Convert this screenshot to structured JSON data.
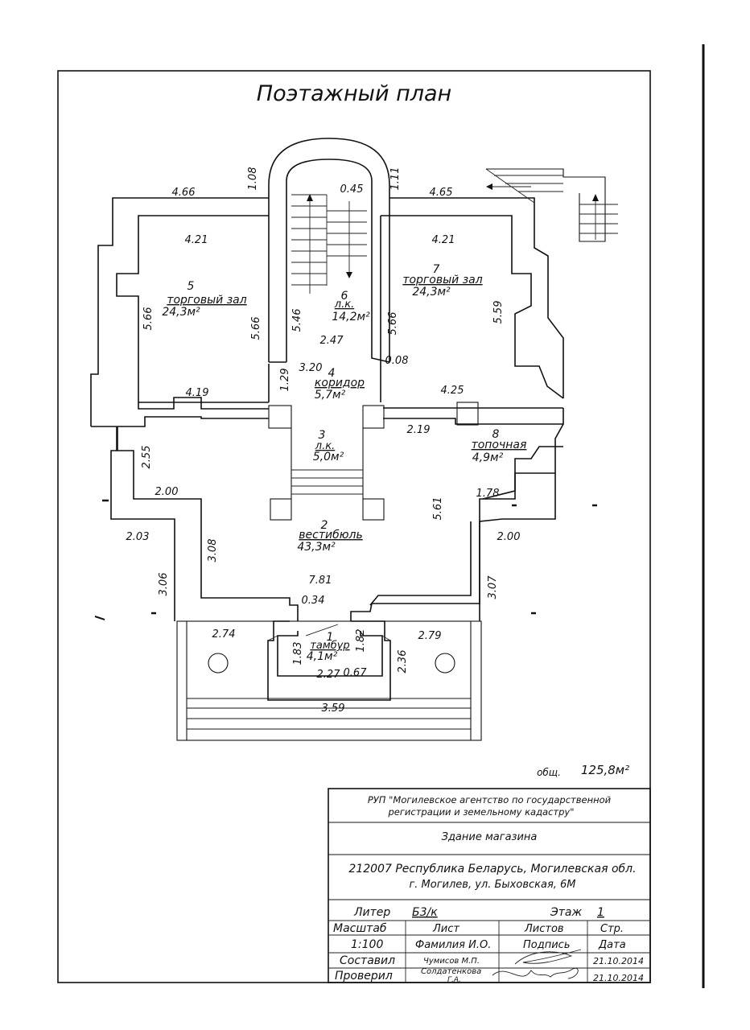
{
  "title": "Поэтажный план",
  "rooms": [
    {
      "num": "5",
      "name": "торговый зал",
      "area": "24,3м²"
    },
    {
      "num": "6",
      "name": "л.к.",
      "area": "14,2м²"
    },
    {
      "num": "7",
      "name": "торговый зал",
      "area": "24,3м²"
    },
    {
      "num": "4",
      "name": "коридор",
      "area": "5,7м²"
    },
    {
      "num": "3",
      "name": "л.к.",
      "area": "5,0м²"
    },
    {
      "num": "8",
      "name": "топочная",
      "area": "4,9м²"
    },
    {
      "num": "2",
      "name": "вестибюль",
      "area": "43,3м²"
    },
    {
      "num": "1",
      "name": "тамбур",
      "area": "4,1м²"
    }
  ],
  "dims": {
    "d466": "4.66",
    "d108": "1.08",
    "d045": "0.45",
    "d111": "1.11",
    "d465": "4.65",
    "d421a": "4.21",
    "d421b": "4.21",
    "d566a": "5.66",
    "d566b": "5.66",
    "d546": "5.46",
    "d566c": "5.66",
    "d559": "5.59",
    "d247": "2.47",
    "d320": "3.20",
    "d008": "0.08",
    "d129": "1.29",
    "d419": "4.19",
    "d425": "4.25",
    "d219": "2.19",
    "d255": "2.55",
    "d200a": "2.00",
    "d178": "1.78",
    "d561": "5.61",
    "d203": "2.03",
    "d200b": "2.00",
    "d308": "3.08",
    "d306": "3.06",
    "d307": "3.07",
    "d781": "7.81",
    "d034": "0.34",
    "d274": "2.74",
    "d279": "2.79",
    "d183": "1.83",
    "d182": "1.82",
    "d236": "2.36",
    "d227": "2.27",
    "d067": "0.67",
    "d359": "3.59"
  },
  "total": {
    "label": "общ.",
    "value": "125,8м²"
  },
  "stamp": {
    "org_line1": "РУП \"Могилевское агентство по государственной",
    "org_line2": "регистрации и земельному кадастру\"",
    "building": "Здание магазина",
    "addr_line1": "212007 Республика Беларусь, Могилевская обл.",
    "addr_line2": "г. Могилев, ул. Быховская, 6М",
    "liter_label": "Литер",
    "liter_value": "Б3/к",
    "floor_label": "Этаж",
    "floor_value": "1",
    "scale_label": "Масштаб",
    "sheet_label": "Лист",
    "sheets_label": "Листов",
    "page_label": "Стр.",
    "scale_value": "1:100",
    "name_label": "Фамилия И.О.",
    "sign_label": "Подпись",
    "date_label": "Дата",
    "composed_label": "Составил",
    "composed_name": "Чумисов М.П.",
    "composed_date": "21.10.2014",
    "checked_label": "Проверил",
    "checked_name1": "Солдатенкова",
    "checked_name2": "Г.А.",
    "checked_date": "21.10.2014"
  }
}
